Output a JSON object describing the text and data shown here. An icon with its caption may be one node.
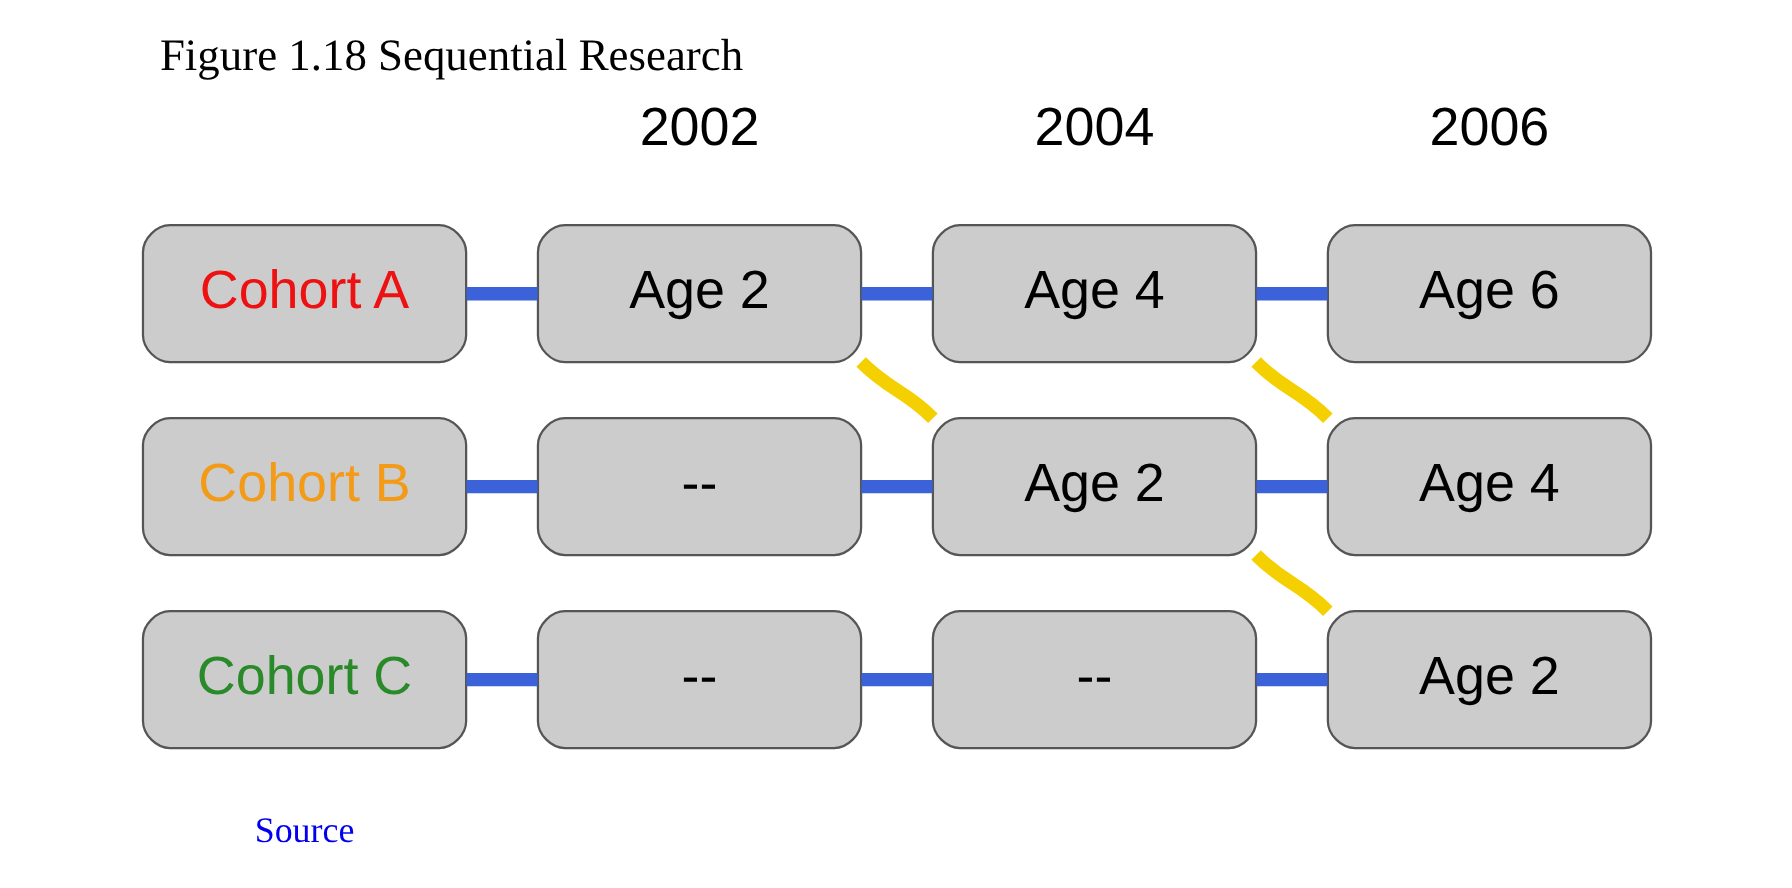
{
  "diagram": {
    "title": "Figure 1.18 Sequential Research",
    "nodes": [
      {
        "text": [
          "Cohort A"
        ]
      },
      {
        "text": [
          "Age 2"
        ]
      },
      {
        "text": [
          "Age 4"
        ]
      },
      {
        "text": [
          "Age 6"
        ]
      },
      {
        "text": [
          "Cohort B"
        ]
      },
      {
        "text": [
          "--"
        ]
      },
      {
        "text": [
          "Age 2"
        ]
      },
      {
        "text": [
          "Age 4"
        ]
      },
      {
        "text": [
          "Cohort C"
        ]
      },
      {
        "text": [
          "--"
        ]
      },
      {
        "text": [
          "--"
        ]
      },
      {
        "text": [
          "Age 2"
        ]
      }
    ],
    "edges": [
      {
        "from": 0,
        "to": 1,
        "arrow": "none"
      },
      {
        "from": 1,
        "to": 2,
        "arrow": "none"
      },
      {
        "from": 2,
        "to": 3,
        "arrow": "none"
      },
      {
        "from": 1,
        "to": 6,
        "arrow": "none",
        "color": "#f5d000"
      },
      {
        "from": 2,
        "to": 7,
        "arrow": "none",
        "color": "#f5d000"
      },
      {
        "from": 4,
        "to": 5,
        "arrow": "none"
      },
      {
        "from": 5,
        "to": 6,
        "arrow": "none"
      },
      {
        "from": 6,
        "to": 7,
        "arrow": "none"
      },
      {
        "from": 6,
        "to": 11,
        "arrow": "none",
        "color": "#f5d000"
      },
      {
        "from": 8,
        "to": 9,
        "arrow": "none"
      },
      {
        "from": 9,
        "to": 10,
        "arrow": "none"
      },
      {
        "from": 10,
        "to": 11,
        "arrow": "none"
      }
    ],
    "labels": [
      "2002",
      "2004",
      "2006",
      "Source"
    ]
  }
}
